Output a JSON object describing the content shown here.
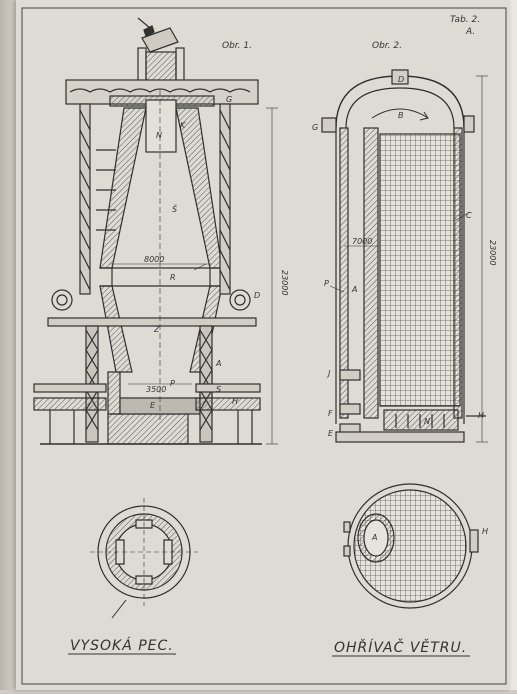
{
  "tab_label": "Tab. 2.",
  "tab_sub": "A.",
  "fig1": {
    "caption": "Obr. 1.",
    "title": "VYSOKÁ PEC.",
    "dim_width": "8000",
    "dim_hearth": "3500",
    "dim_height": "23000",
    "labels": {
      "n": "N",
      "s": "Š",
      "r": "R",
      "z": "Z",
      "p": "P",
      "e": "E",
      "k": "K",
      "g": "G",
      "d": "D",
      "a": "A",
      "s2": "S",
      "h": "H"
    }
  },
  "fig2": {
    "caption": "Obr. 2.",
    "title": "OHŘÍVAČ VĚTRU.",
    "dim_width": "7000",
    "dim_height": "23000",
    "labels": {
      "d": "D",
      "b": "B",
      "g": "G",
      "c": "C",
      "p": "P",
      "a": "A",
      "j": "J",
      "f": "F",
      "e": "E",
      "n": "N",
      "h": "H",
      "a2": "A",
      "h2": "H"
    }
  },
  "colors": {
    "paper": "#dedbd4",
    "ink": "#2f2f2f",
    "hatch": "#6b6b6b"
  }
}
